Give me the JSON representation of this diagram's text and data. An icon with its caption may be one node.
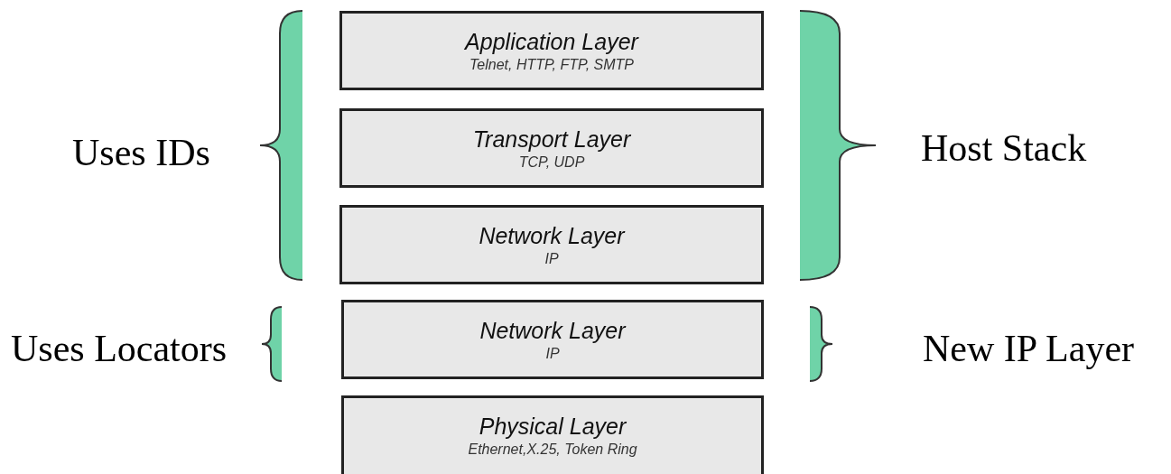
{
  "diagram": {
    "nodes": [
      {
        "text": [
          "Application Layer",
          "Telnet, HTTP, FTP, SMTP"
        ]
      },
      {
        "text": [
          "Transport Layer",
          "TCP, UDP"
        ]
      },
      {
        "text": [
          "Network Layer",
          "IP"
        ]
      },
      {
        "text": [
          "Network Layer",
          "IP"
        ]
      },
      {
        "text": [
          "Physical Layer",
          "Ethernet,X.25, Token Ring"
        ]
      }
    ],
    "edges": [],
    "labels": [
      "Uses IDs",
      "Host Stack",
      "Uses Locators",
      "New IP Layer"
    ]
  }
}
